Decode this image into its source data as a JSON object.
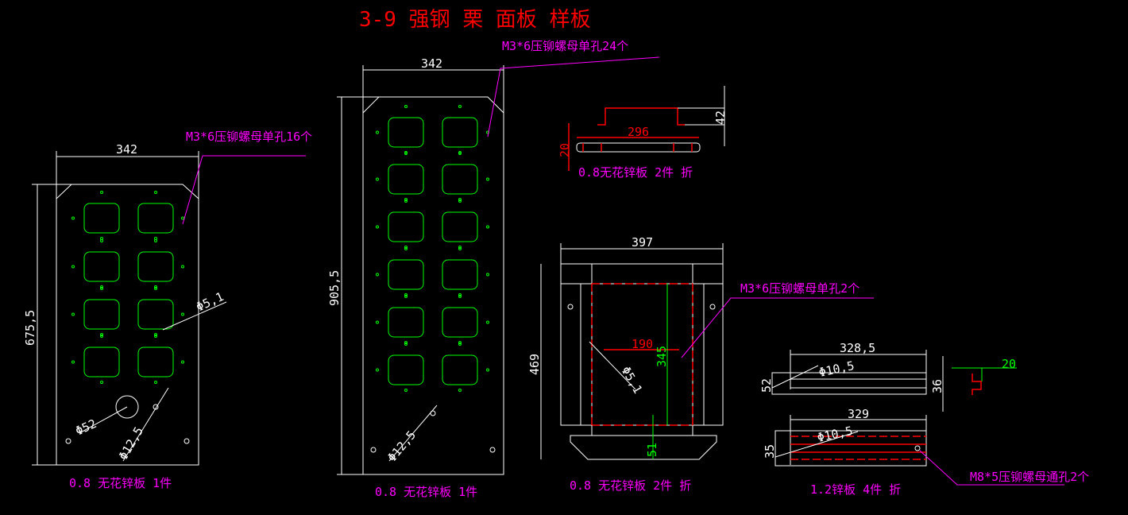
{
  "title": "3-9 强钢 栗 面板 样板",
  "colors": {
    "background": "#000000",
    "outline": "#ffffff",
    "cutout": "#00ff00",
    "note": "#ff00ff",
    "bend": "#ff0000"
  },
  "panel1": {
    "width_dim": "342",
    "height_dim": "675,5",
    "note": "M3*6压铆螺母单孔16个",
    "hole_small": "Φ5,1",
    "hole_big": "Φ52",
    "hole_mid": "Φ12,5",
    "caption": "0.8 无花锌板 1件"
  },
  "panel2": {
    "width_dim": "342",
    "height_dim": "905,5",
    "note": "M3*6压铆螺母单孔24个",
    "hole_mid": "Φ12,5",
    "caption": "0.8 无花锌板 1件"
  },
  "panel3": {
    "width_dim": "296",
    "height_dim": "42",
    "side_dim": "20",
    "caption": "0.8无花锌板 2件 折"
  },
  "panel4": {
    "width_dim": "397",
    "height_dim": "469",
    "inner_width": "190",
    "inner_height": "345",
    "hole": "Φ5,1",
    "bottom_dim": "51",
    "note": "M3*6压铆螺母单孔2个",
    "caption": "0.8 无花锌板 2件 折"
  },
  "panel5": {
    "top_width": "328,5",
    "top_height": "52",
    "top_hole": "Φ10,5",
    "top_side": "36",
    "profile_dim": "20",
    "bottom_width": "329",
    "bottom_hole": "Φ10,5",
    "bottom_height": "35",
    "note": "M8*5压铆螺母通孔2个",
    "caption": "1.2锌板 4件 折"
  }
}
